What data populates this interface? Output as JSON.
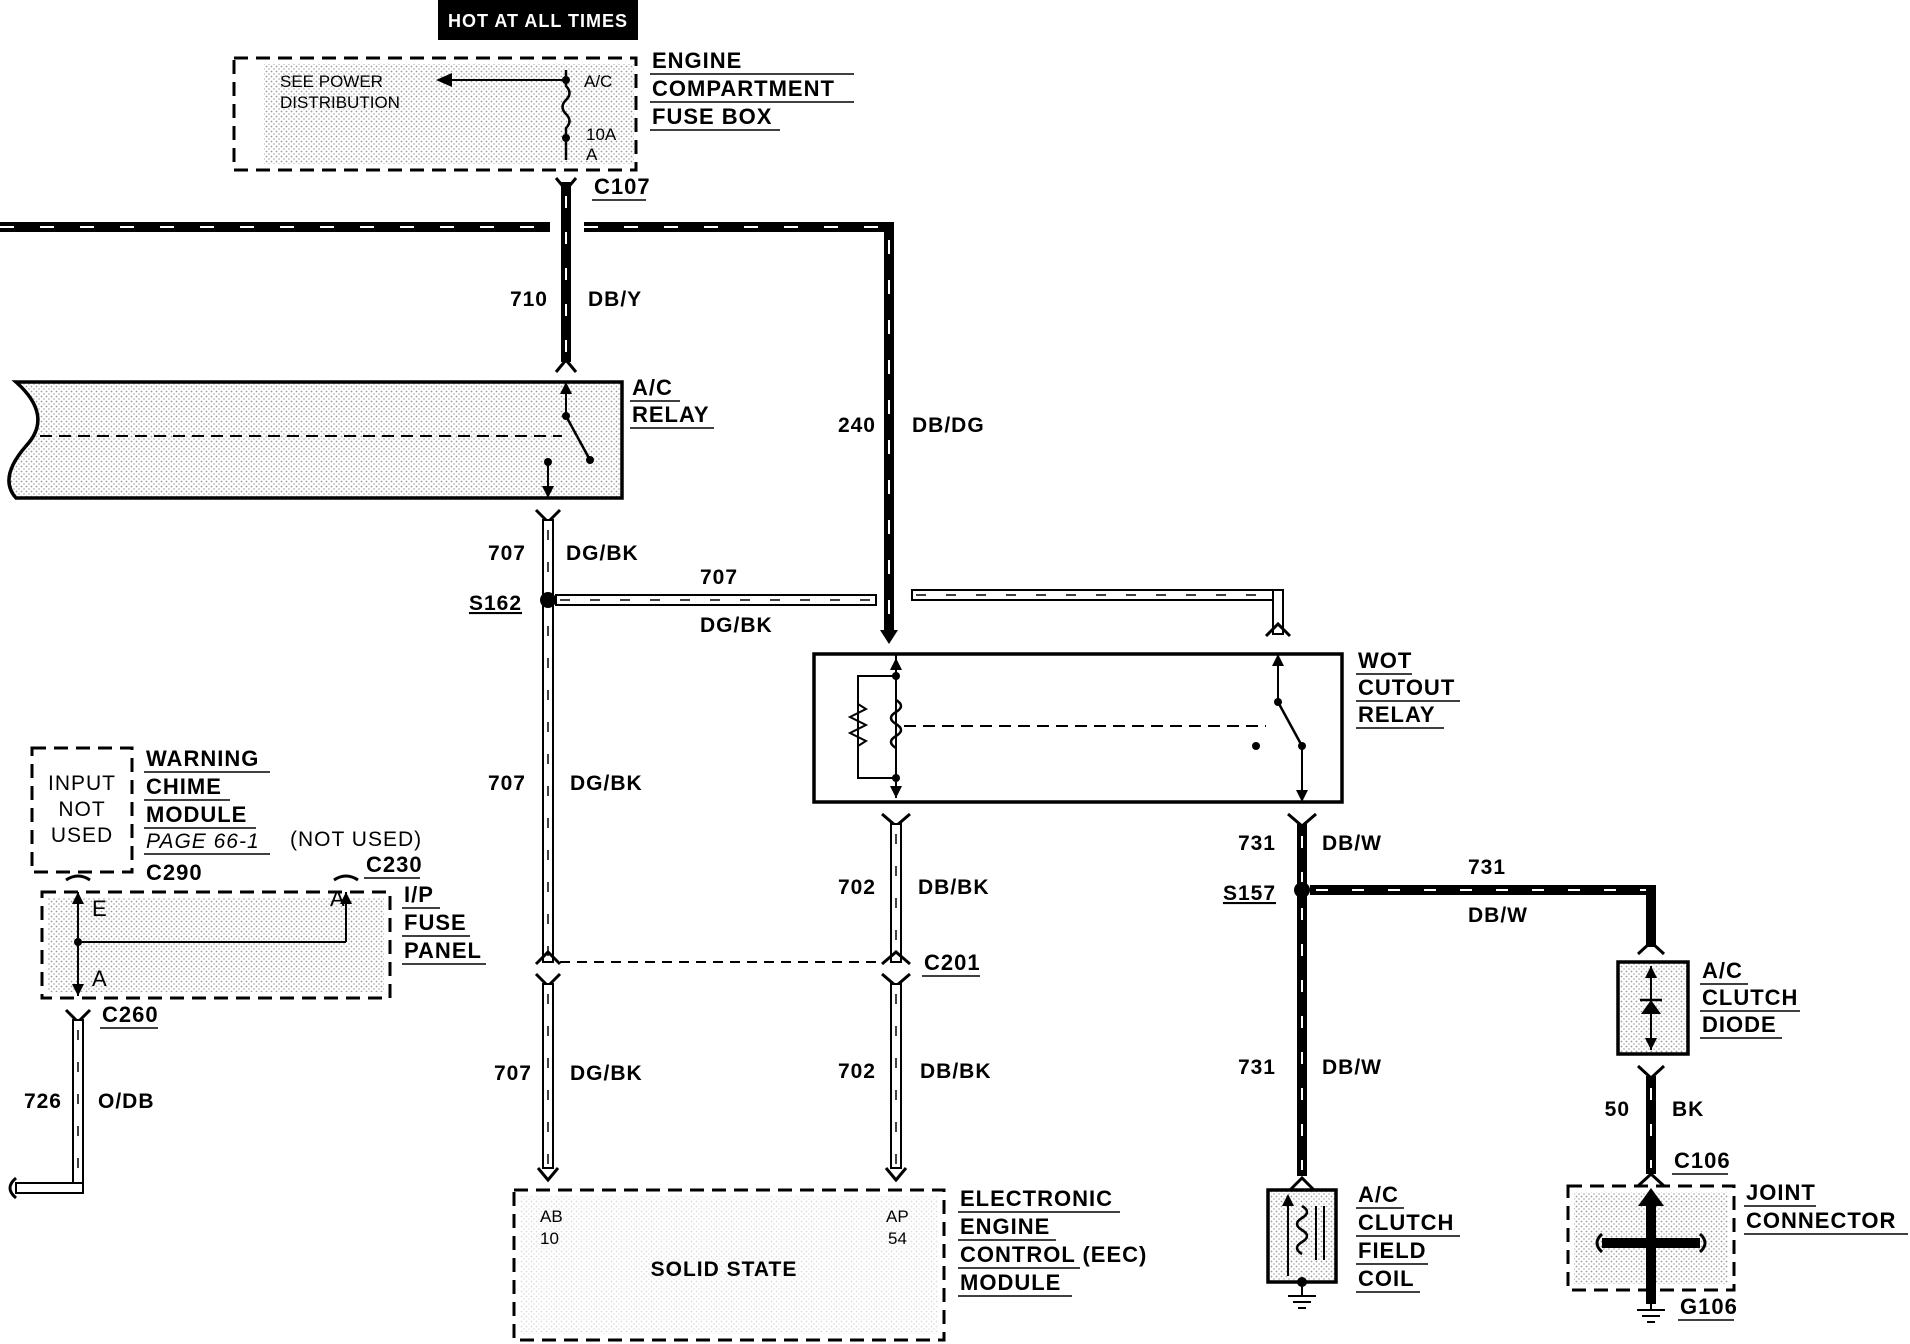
{
  "banner": "HOT AT ALL TIMES",
  "fuse_box": {
    "title": [
      "ENGINE",
      "COMPARTMENT",
      "FUSE BOX"
    ],
    "see_power": [
      "SEE POWER",
      "DISTRIBUTION"
    ],
    "fuse_name": "A/C",
    "fuse_rating": "10A",
    "pin": "A"
  },
  "connectors": {
    "c107": "C107",
    "c290": "C290",
    "c230": "C230",
    "c260": "C260",
    "c201": "C201",
    "c106": "C106",
    "g106": "G106",
    "s162": "S162",
    "s157": "S157"
  },
  "wires": {
    "w710": "710",
    "w710_color": "DB/Y",
    "w240": "240",
    "w240_color": "DB/DG",
    "w707": "707",
    "w707_color": "DG/BK",
    "w702": "702",
    "w702_color": "DB/BK",
    "w731": "731",
    "w731_color": "DB/W",
    "w726": "726",
    "w726_color": "O/DB",
    "w50": "50",
    "w50_color": "BK"
  },
  "components": {
    "ac_relay": [
      "A/C",
      "RELAY"
    ],
    "wot_relay": [
      "WOT",
      "CUTOUT",
      "RELAY"
    ],
    "chime": [
      "WARNING",
      "CHIME",
      "MODULE"
    ],
    "chime_page": "PAGE 66-1",
    "not_used": "(NOT USED)",
    "input_not_used": [
      "INPUT",
      "NOT",
      "USED"
    ],
    "fuse_panel": [
      "I/P",
      "FUSE",
      "PANEL"
    ],
    "fuse_panel_pin_e": "E",
    "fuse_panel_pin_a_right": "A",
    "fuse_panel_pin_a": "A",
    "eec": [
      "ELECTRONIC",
      "ENGINE",
      "CONTROL (EEC)",
      "MODULE"
    ],
    "eec_body": "SOLID STATE",
    "eec_pin_ab": [
      "AB",
      "10"
    ],
    "eec_pin_ap": [
      "AP",
      "54"
    ],
    "clutch_diode": [
      "A/C",
      "CLUTCH",
      "DIODE"
    ],
    "clutch_coil": [
      "A/C",
      "CLUTCH",
      "FIELD",
      "COIL"
    ],
    "joint": [
      "JOINT",
      "CONNECTOR"
    ]
  }
}
